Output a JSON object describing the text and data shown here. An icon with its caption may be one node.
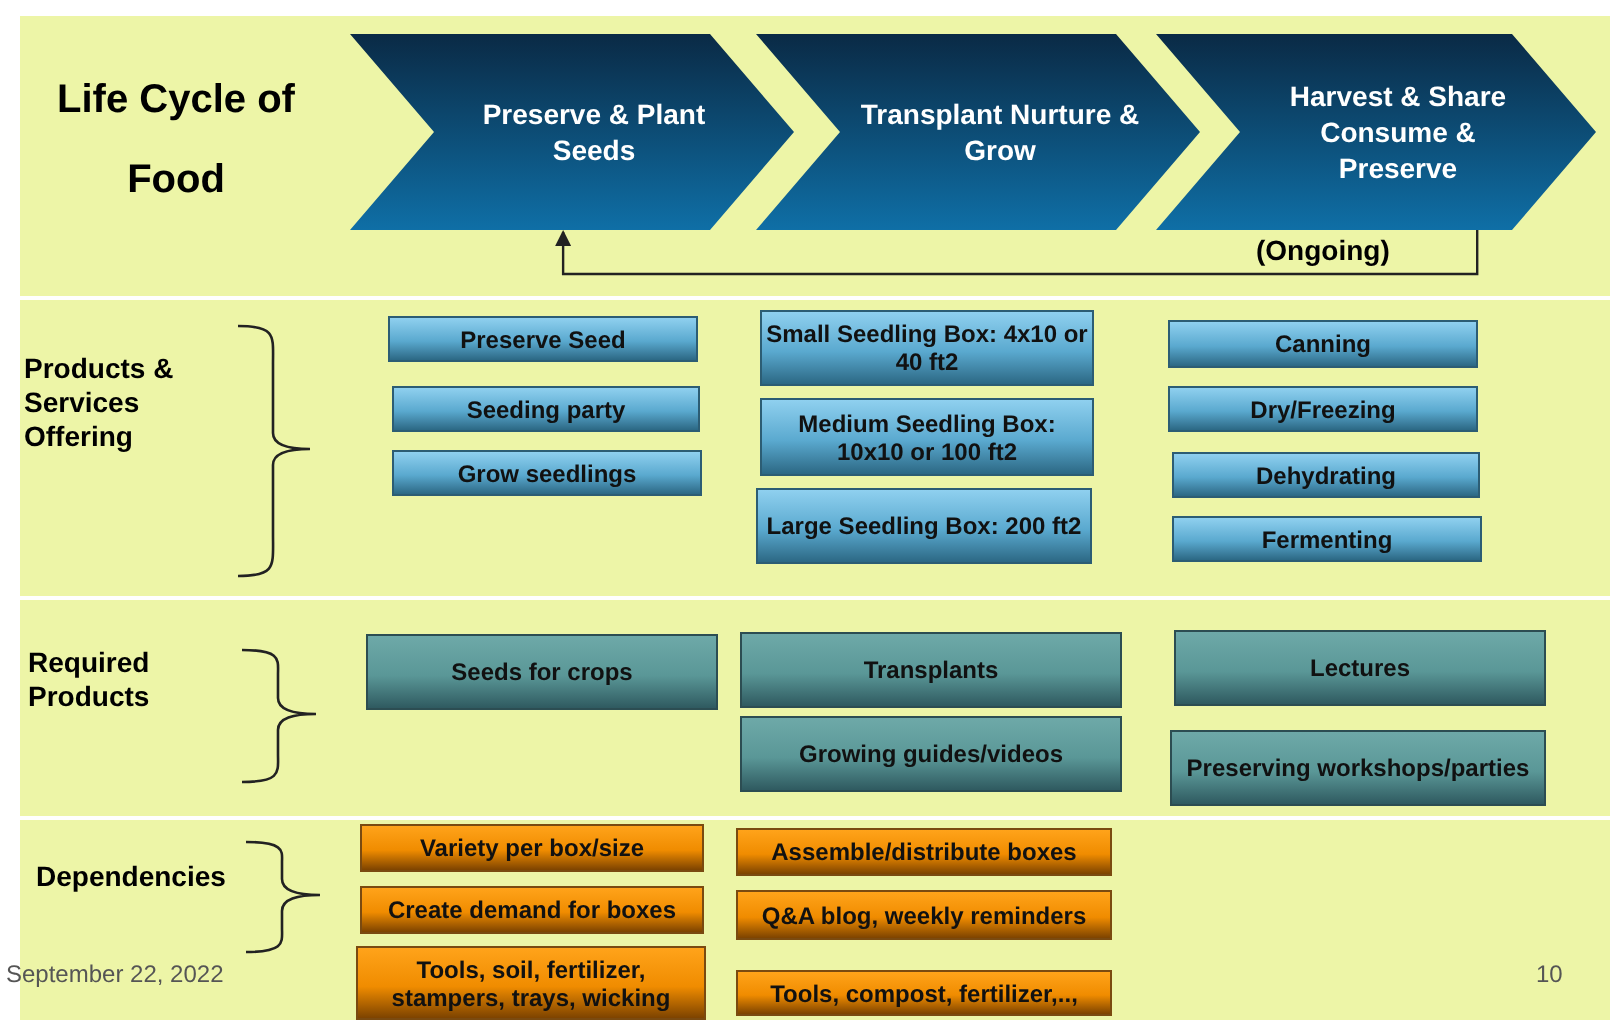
{
  "diagram": {
    "nodes": [
      {
        "text": [
          "Life Cycle of Food"
        ]
      },
      {
        "text": [
          "Preserve & Plant Seeds"
        ],
        "in": 0
      },
      {
        "text": [
          "Transplant Nurture & Grow"
        ],
        "in": 0
      },
      {
        "text": [
          "Harvest & Share Consume & Preserve"
        ],
        "in": 0,
        "beside": [
          "(Ongoing)"
        ]
      },
      {
        "text": [
          "Products & Services Offering"
        ]
      },
      {
        "text": [
          "Preserve Seed"
        ],
        "in": 4
      },
      {
        "text": [
          "Seeding party"
        ],
        "in": 4
      },
      {
        "text": [
          "Grow seedlings"
        ],
        "in": 4
      },
      {
        "text": [
          "Small Seedling Box: 4x10 or 40 ft2"
        ],
        "in": 4
      },
      {
        "text": [
          "Medium Seedling Box: 10x10 or 100 ft2"
        ],
        "in": 4
      },
      {
        "text": [
          "Large Seedling Box: 200 ft2"
        ],
        "in": 4
      },
      {
        "text": [
          "Canning"
        ],
        "in": 4
      },
      {
        "text": [
          "Dry/Freezing"
        ],
        "in": 4
      },
      {
        "text": [
          "Dehydrating"
        ],
        "in": 4
      },
      {
        "text": [
          "Fermenting"
        ],
        "in": 4
      },
      {
        "text": [
          "Required Products"
        ]
      },
      {
        "text": [
          "Seeds for crops"
        ],
        "in": 15
      },
      {
        "text": [
          "Transplants"
        ],
        "in": 15
      },
      {
        "text": [
          "Growing guides/videos"
        ],
        "in": 15
      },
      {
        "text": [
          "Lectures"
        ],
        "in": 15
      },
      {
        "text": [
          "Preserving workshops/parties"
        ],
        "in": 15
      },
      {
        "text": [
          "Dependencies"
        ]
      },
      {
        "text": [
          "Variety per box/size"
        ],
        "in": 21
      },
      {
        "text": [
          "Create demand for boxes"
        ],
        "in": 21
      },
      {
        "text": [
          "Tools, soil, fertilizer, stampers, trays, wicking"
        ],
        "in": 21
      },
      {
        "text": [
          "Assemble/distribute boxes"
        ],
        "in": 21
      },
      {
        "text": [
          "Q&A blog, weekly reminders"
        ],
        "in": 21
      },
      {
        "text": [
          "Tools, compost, fertilizer,..,"
        ],
        "in": 21
      }
    ],
    "edges": [
      {
        "from": 3,
        "to": 1,
        "arrow": "to"
      }
    ],
    "labels": [
      "September 22, 2022",
      "10"
    ]
  }
}
